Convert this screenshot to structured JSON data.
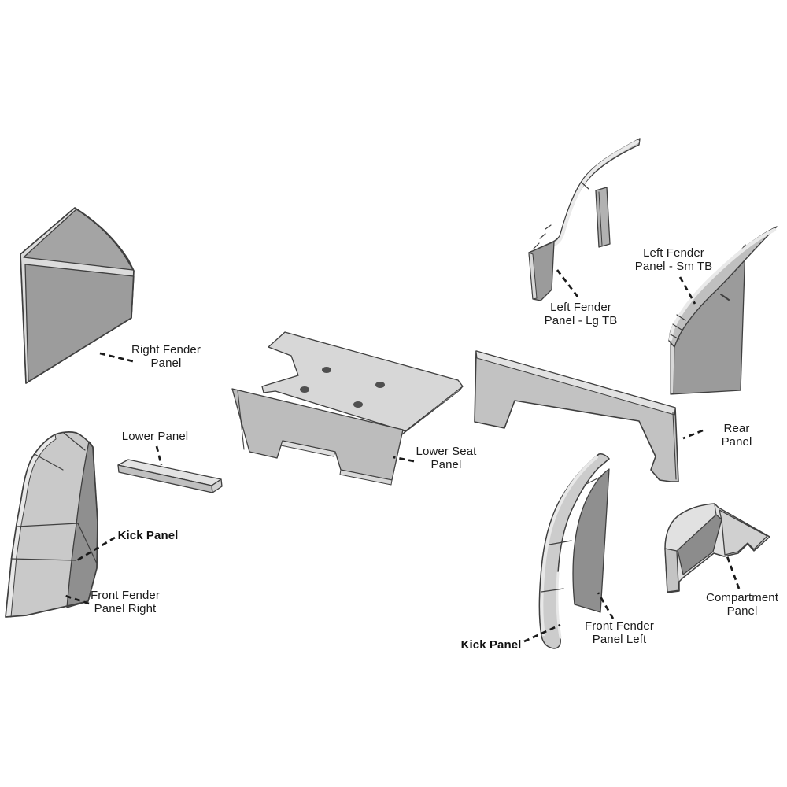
{
  "diagram": {
    "background_color": "#ffffff",
    "outline_color": "#3f3f3f",
    "leader_color": "#1a1a1a",
    "text_color": "#1b1b1b",
    "colors": {
      "panel_edge_light": "#e7e7e7",
      "panel_top_light": "#d7d7d7",
      "panel_band_mid": "#c9c9c9",
      "panel_face_gray": "#9c9c9c",
      "panel_side_dark": "#8f8f8f",
      "hole_dark": "#4f4f4f"
    },
    "labels": [
      {
        "id": "right-fender-panel",
        "text": "Right Fender\nPanel",
        "bold": false
      },
      {
        "id": "lower-panel",
        "text": "Lower Panel",
        "bold": false
      },
      {
        "id": "kick-panel-left",
        "text": "Kick Panel",
        "bold": true
      },
      {
        "id": "front-fender-panel-right",
        "text": "Front Fender\nPanel Right",
        "bold": false
      },
      {
        "id": "lower-seat-panel",
        "text": "Lower Seat\nPanel",
        "bold": false
      },
      {
        "id": "rear-panel",
        "text": "Rear Panel",
        "bold": false
      },
      {
        "id": "left-fender-panel-lg-tb",
        "text": "Left Fender\nPanel - Lg TB",
        "bold": false
      },
      {
        "id": "left-fender-panel-sm-tb",
        "text": "Left Fender\nPanel - Sm TB",
        "bold": false
      },
      {
        "id": "kick-panel-right",
        "text": "Kick Panel",
        "bold": true
      },
      {
        "id": "front-fender-panel-left",
        "text": "Front Fender\nPanel Left",
        "bold": false
      },
      {
        "id": "compartment-panel",
        "text": "Compartment\nPanel",
        "bold": false
      }
    ]
  }
}
